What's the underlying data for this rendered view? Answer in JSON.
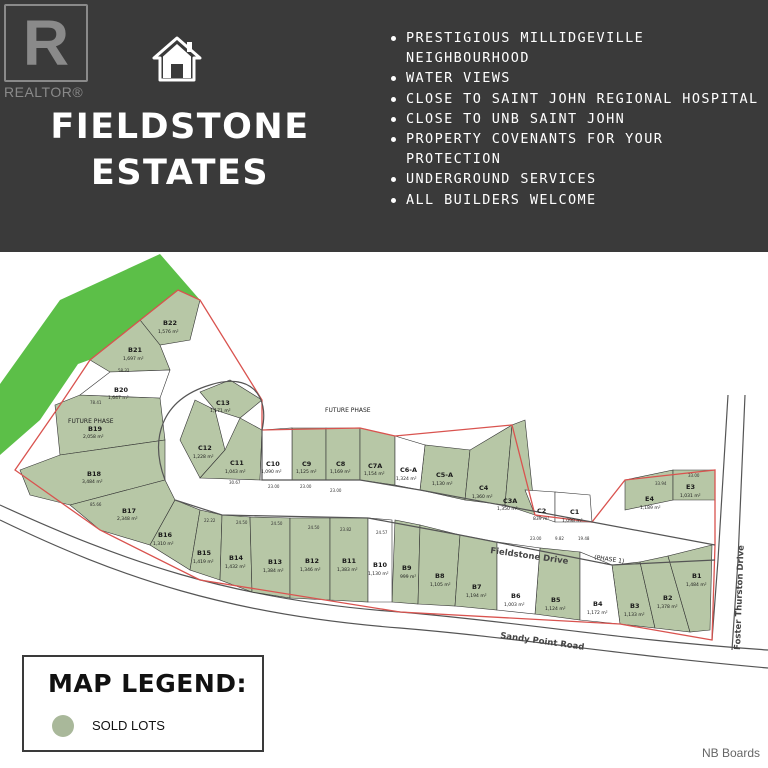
{
  "brand": {
    "logo_letter": "R",
    "logo_word": "REALTOR®"
  },
  "header": {
    "title_line1": "FIELDSTONE",
    "title_line2": "ESTATES",
    "features": [
      "PRESTIGIOUS MILLIDGEVILLE NEIGHBOURHOOD",
      "WATER VIEWS",
      "CLOSE TO SAINT JOHN REGIONAL HOSPITAL",
      "CLOSE TO UNB SAINT JOHN",
      "PROPERTY COVENANTS FOR YOUR PROTECTION",
      "UNDERGROUND SERVICES",
      "ALL BUILDERS WELCOME"
    ]
  },
  "map": {
    "roads": {
      "fieldstone": "Fieldstone Drive",
      "fieldstone_phase": "(PHASE 1)",
      "sandy_point": "Sandy Point Road",
      "foster_thurston": "Foster Thurston Drive"
    },
    "future_phase_top": "FUTURE PHASE",
    "future_phase_left": "FUTURE PHASE",
    "lots": [
      {
        "id": "B22",
        "area": "1,576 m²"
      },
      {
        "id": "B21",
        "area": "1,697 m²"
      },
      {
        "id": "B20",
        "area": "1,647 m²"
      },
      {
        "id": "B19",
        "area": "2,058 m²"
      },
      {
        "id": "B18",
        "area": "3,484 m²"
      },
      {
        "id": "B17",
        "area": "2,348 m²"
      },
      {
        "id": "B16",
        "area": "1,310 m²"
      },
      {
        "id": "B15",
        "area": "1,419 m²"
      },
      {
        "id": "B14",
        "area": "1,432 m²"
      },
      {
        "id": "B13",
        "area": "1,384 m²"
      },
      {
        "id": "B12",
        "area": "1,346 m²"
      },
      {
        "id": "B11",
        "area": "1,383 m²"
      },
      {
        "id": "B10",
        "area": "1,130 m²"
      },
      {
        "id": "B9",
        "area": "999 m²"
      },
      {
        "id": "B8",
        "area": "1,105 m²"
      },
      {
        "id": "B7",
        "area": "1,194 m²"
      },
      {
        "id": "B6",
        "area": "1,003 m²"
      },
      {
        "id": "B5",
        "area": "1,124 m²"
      },
      {
        "id": "B4",
        "area": "1,172 m²"
      },
      {
        "id": "B3",
        "area": "1,133 m²"
      },
      {
        "id": "B2",
        "area": "1,378 m²"
      },
      {
        "id": "B1",
        "area": "1,484 m²"
      },
      {
        "id": "C13",
        "area": "1,171 m²"
      },
      {
        "id": "C12",
        "area": "1,228 m²"
      },
      {
        "id": "C11",
        "area": "1,043 m²"
      },
      {
        "id": "C10",
        "area": "1,090 m²"
      },
      {
        "id": "C9",
        "area": "1,125 m²"
      },
      {
        "id": "C8",
        "area": "1,169 m²"
      },
      {
        "id": "C7A",
        "area": "1,154 m²"
      },
      {
        "id": "C6-A",
        "area": "1,324 m²"
      },
      {
        "id": "C5-A",
        "area": "1,130 m²"
      },
      {
        "id": "C4",
        "area": "1,360 m²"
      },
      {
        "id": "C3A",
        "area": "1,350 m²"
      },
      {
        "id": "C2",
        "area": "839 m²"
      },
      {
        "id": "C1",
        "area": "1,098 m²"
      },
      {
        "id": "E4",
        "area": "1,189 m²"
      },
      {
        "id": "E3",
        "area": "1,031 m²"
      }
    ],
    "dims": [
      "33.94",
      "33.00",
      "23.00",
      "23.00",
      "23.00",
      "24.50",
      "24.50",
      "24.50",
      "23.82",
      "24.57",
      "23.00",
      "22.22",
      "30.67",
      "58.32",
      "78.41",
      "85.66",
      "19.48",
      "9.82"
    ]
  },
  "legend": {
    "title": "MAP LEGEND:",
    "item": "SOLD LOTS",
    "sold_color": "#a9b89a"
  },
  "watermark": "NB Boards",
  "colors": {
    "banner": "#3a3a3a",
    "sold": "#b7c7a6",
    "green_area": "#5cbf48",
    "boundary": "#d9534f"
  }
}
